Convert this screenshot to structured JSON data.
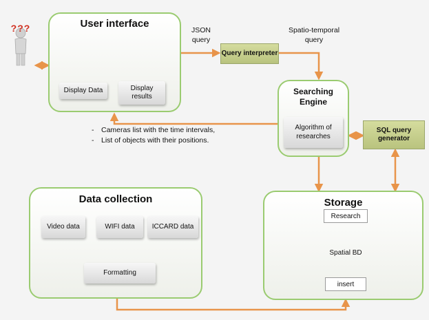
{
  "modules": {
    "user_interface": {
      "title": "User interface",
      "display_data": "Display Data",
      "display_results": "Display results"
    },
    "searching_engine": {
      "title": "Searching Engine",
      "algorithm": "Algorithm of researches"
    },
    "data_collection": {
      "title": "Data collection",
      "video": "Video data",
      "wifi": "WIFI data",
      "iccard": "ICCARD data",
      "formatting": "Formatting"
    },
    "storage": {
      "title": "Storage",
      "research": "Research",
      "spatial_bd": "Spatial BD",
      "insert": "insert"
    }
  },
  "processes": {
    "query_interpreter": "Query interpreter",
    "sql_query_generator": "SQL query generator"
  },
  "labels": {
    "json_query": "JSON query",
    "spatio_temporal_query": "Spatio-temporal query"
  },
  "results_list": [
    "Cameras list with the time intervals,",
    "List of objects with their positions."
  ],
  "user_icon": {
    "glyph": "???",
    "icon": "confused-user-icon"
  },
  "colors": {
    "arrow": "#e8944a",
    "module_border": "#9acb70",
    "process_fill": "#c9d08c"
  }
}
